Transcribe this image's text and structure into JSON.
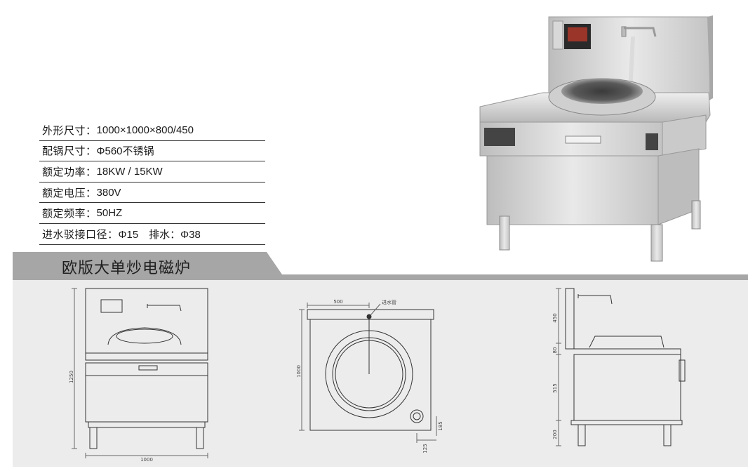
{
  "specs": [
    {
      "label": "外形尺寸：",
      "value": "1000×1000×800/450"
    },
    {
      "label": "配锅尺寸：",
      "value": "Φ560不锈锅"
    },
    {
      "label": "额定功率：",
      "value": "18KW / 15KW"
    },
    {
      "label": "额定电压：",
      "value": "380V"
    },
    {
      "label": "额定频率：",
      "value": "50HZ"
    },
    {
      "label": "进水驳接口径：",
      "value": "Φ15　排水：Φ38"
    }
  ],
  "title": "欧版大单炒电磁炉",
  "front_view": {
    "height_dim": "1250",
    "width_dim": "1000"
  },
  "top_view": {
    "offset_dim": "500",
    "inlet_label": "进水管",
    "depth_dim": "1000",
    "drain_y_dim": "185",
    "drain_x_dim": "125"
  },
  "side_view": {
    "dim_splash": "450",
    "dim_top": "80",
    "dim_body": "515",
    "dim_leg": "200"
  }
}
